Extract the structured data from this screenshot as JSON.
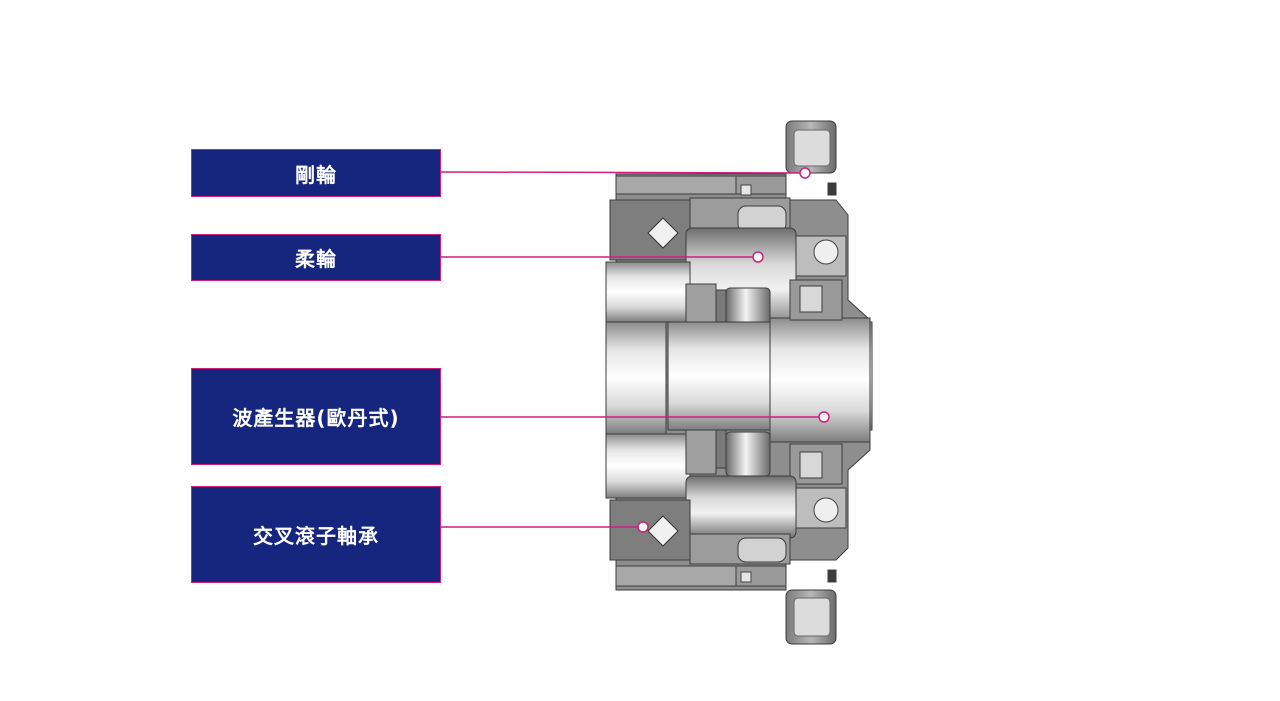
{
  "colors": {
    "label_bg": "#16267f",
    "label_border": "#d01f7d",
    "leader_line": "#d01f7d",
    "label_text": "#ffffff",
    "metal_dark": "#5a5a5a",
    "metal_mid": "#8a8a8a",
    "metal_light": "#c4c4c4"
  },
  "labels": [
    {
      "id": "circular-spline",
      "text": "剛輪"
    },
    {
      "id": "flexspline",
      "text": "柔輪"
    },
    {
      "id": "wave-generator",
      "text": "波產生器(歐丹式)"
    },
    {
      "id": "cross-roller-bearing",
      "text": "交叉滾子軸承"
    }
  ]
}
